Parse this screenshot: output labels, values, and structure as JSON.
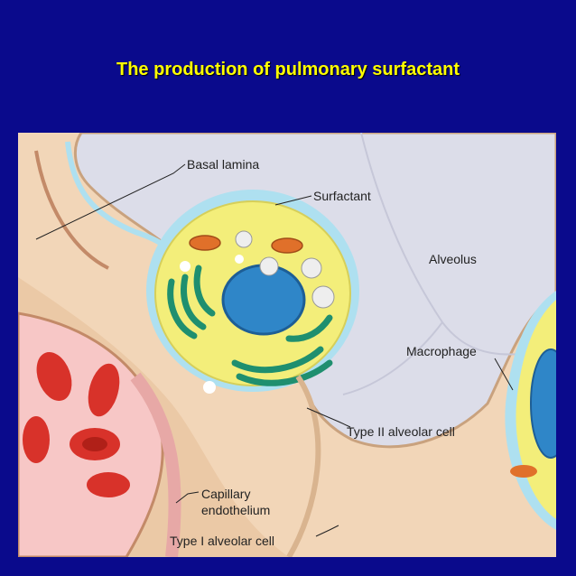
{
  "title": "The production of pulmonary surfactant",
  "labels": {
    "basal_lamina": "Basal lamina",
    "surfactant": "Surfactant",
    "alveolus": "Alveolus",
    "macrophage": "Macrophage",
    "type2_cell": "Type II alveolar cell",
    "capillary_line1": "Capillary",
    "capillary_line2": "endothelium",
    "type1_cell": "Type I alveolar cell"
  },
  "colors": {
    "background": "#0a0a8c",
    "title": "#ffff00",
    "cytoplasm": "#f3ee7a",
    "nucleus": "#2f86c8",
    "golgi": "#1f8f6f",
    "mitochondria": "#e0702a",
    "surfactant": "#aee0f0",
    "rbc": "#d8322a",
    "alveolus": "#d8d9e6"
  }
}
